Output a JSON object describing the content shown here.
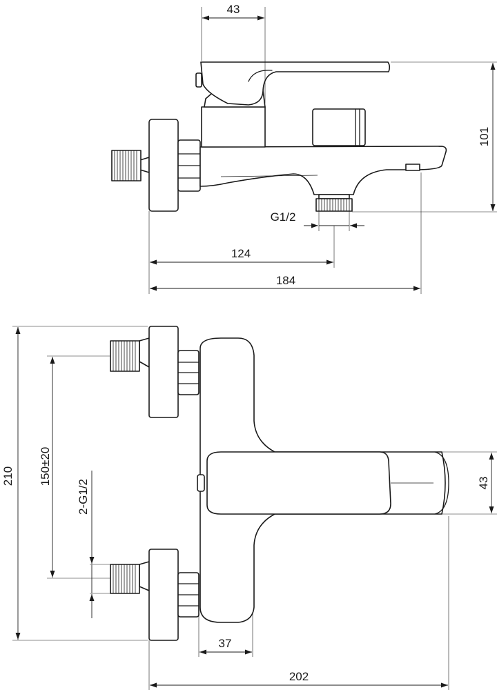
{
  "dimensions": {
    "side_view": {
      "top_width": "43",
      "height": "101",
      "thread": "G1/2",
      "outlet_distance": "124",
      "total_depth": "184"
    },
    "front_view": {
      "total_height": "210",
      "inlet_spacing": "150±20",
      "inlet_thread": "2-G1/2",
      "handle_height": "43",
      "body_width": "37",
      "total_width": "202"
    }
  }
}
